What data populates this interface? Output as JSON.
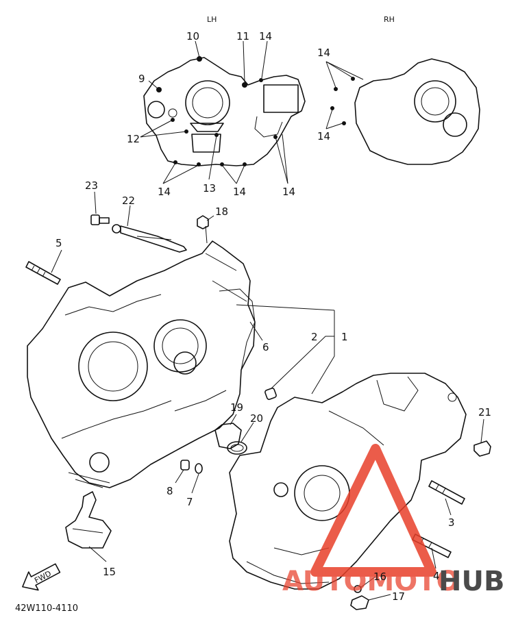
{
  "side_labels": {
    "left": "LH",
    "right": "RH"
  },
  "part_labels": [
    {
      "id": "lbl-1",
      "text": "1"
    },
    {
      "id": "lbl-2",
      "text": "2"
    },
    {
      "id": "lbl-3",
      "text": "3"
    },
    {
      "id": "lbl-4",
      "text": "4"
    },
    {
      "id": "lbl-5",
      "text": "5"
    },
    {
      "id": "lbl-6",
      "text": "6"
    },
    {
      "id": "lbl-7",
      "text": "7"
    },
    {
      "id": "lbl-8",
      "text": "8"
    },
    {
      "id": "lbl-9",
      "text": "9"
    },
    {
      "id": "lbl-10",
      "text": "10"
    },
    {
      "id": "lbl-11",
      "text": "11"
    },
    {
      "id": "lbl-12",
      "text": "12"
    },
    {
      "id": "lbl-13",
      "text": "13"
    },
    {
      "id": "lbl-14a",
      "text": "14"
    },
    {
      "id": "lbl-14b",
      "text": "14"
    },
    {
      "id": "lbl-14c",
      "text": "14"
    },
    {
      "id": "lbl-14d",
      "text": "14"
    },
    {
      "id": "lbl-14e",
      "text": "14"
    },
    {
      "id": "lbl-14f",
      "text": "14"
    },
    {
      "id": "lbl-15",
      "text": "15"
    },
    {
      "id": "lbl-16",
      "text": "16"
    },
    {
      "id": "lbl-17",
      "text": "17"
    },
    {
      "id": "lbl-18",
      "text": "18"
    },
    {
      "id": "lbl-19",
      "text": "19"
    },
    {
      "id": "lbl-20",
      "text": "20"
    },
    {
      "id": "lbl-21",
      "text": "21"
    },
    {
      "id": "lbl-22",
      "text": "22"
    },
    {
      "id": "lbl-23",
      "text": "23"
    }
  ],
  "fwd_arrow": "FWD",
  "diagram_code": "42W110-4110",
  "watermark": {
    "part1": "AUTOMOTO",
    "part2": "HUB",
    "color1": "#e8402a",
    "color2": "#2b2b2b",
    "accent": "#e8402a"
  }
}
